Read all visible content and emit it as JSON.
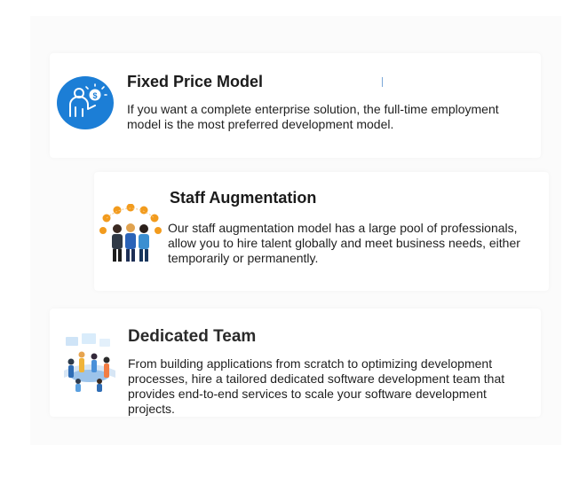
{
  "cards": [
    {
      "title": "Fixed Price Model",
      "body": "If you want a complete enterprise solution, the full-time employment model is the most preferred development model.",
      "icon": "fixed-price-person-icon"
    },
    {
      "title": "Staff Augmentation",
      "body": "Our  staff augmentation model has a large pool of professionals, allow you to hire talent globally and meet business needs, either temporarily or permanently.",
      "icon": "staff-group-illustration-icon"
    },
    {
      "title": "Dedicated Team",
      "body": "From building applications from scratch to optimizing development processes, hire a tailored dedicated software development team that provides end-to-end services to scale your software development projects.",
      "icon": "dedicated-team-illustration-icon"
    }
  ],
  "colors": {
    "accent_blue": "#1c7ed6",
    "title_text": "#1b1b1b",
    "body_text": "#1f1f1f"
  }
}
